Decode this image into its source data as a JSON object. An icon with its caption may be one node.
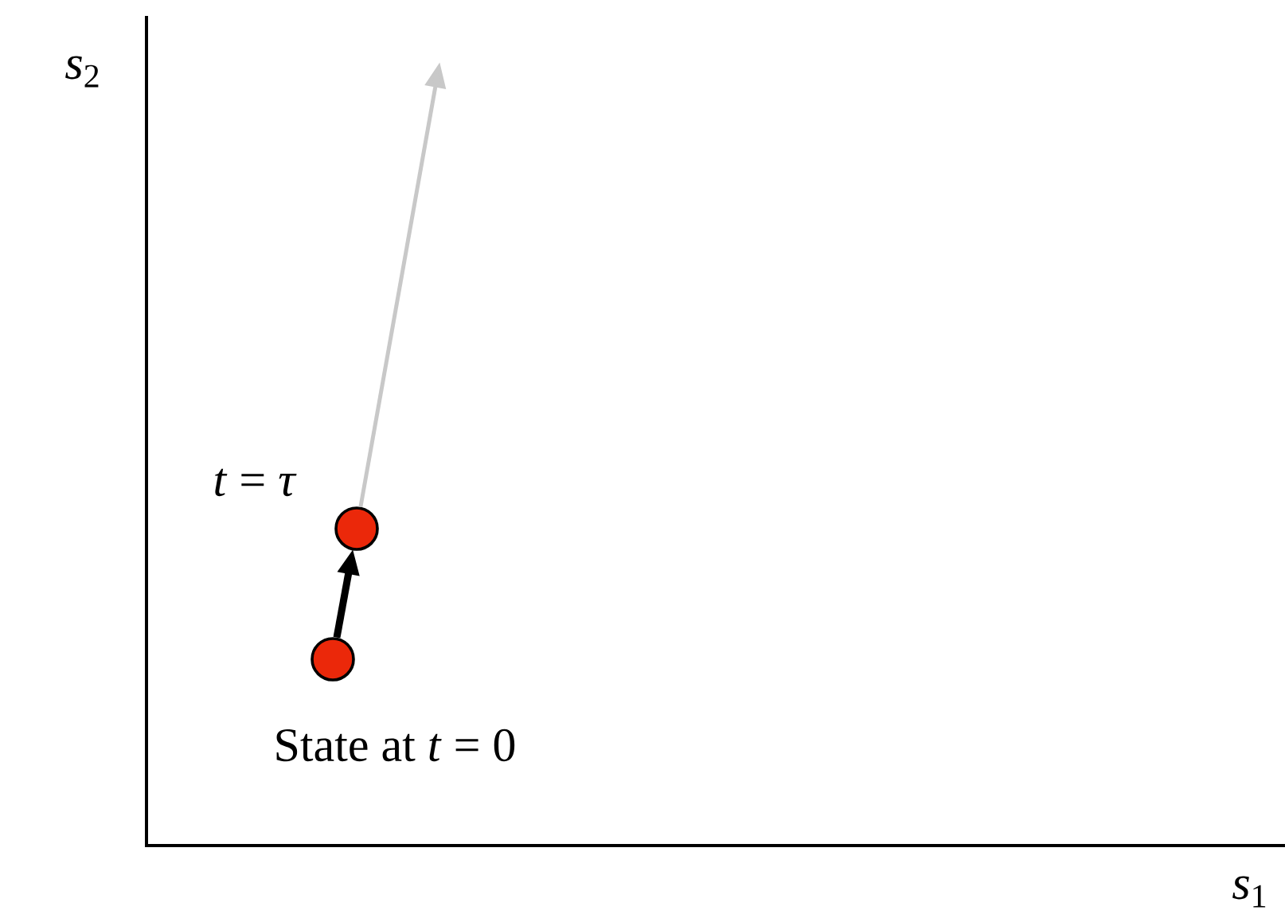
{
  "diagram": {
    "nodes": [
      {
        "text": [],
        "shape": "circle",
        "beside": [
          "State at *t* = 0"
        ]
      },
      {
        "text": [],
        "shape": "circle",
        "beside": [
          "*t* = *τ*"
        ]
      }
    ],
    "edges": [
      {
        "from": 0,
        "to": 1,
        "arrow": "to",
        "style": "thick"
      },
      {
        "from": 1,
        "to": null,
        "arrow": "to",
        "color": "#c8c8c8"
      }
    ],
    "labels": [
      "*s*$_{2}$",
      "*s*$_{1}$"
    ]
  }
}
